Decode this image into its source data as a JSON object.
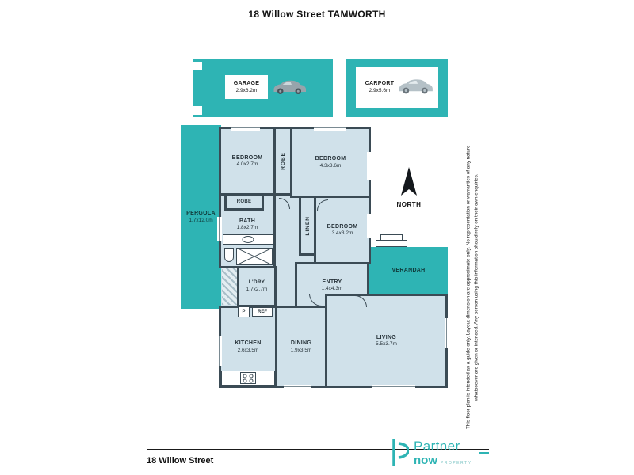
{
  "page": {
    "title": "18 Willow Street TAMWORTH",
    "footer_address": "18 Willow Street",
    "disclaimer": "This floor plan is intended as a guide only. Layout dimension are approximate only. No representation or warranties of any nature whatsoever are given or intended. Any person using this information should rely on their own enquiries.",
    "compass_label": "NORTH"
  },
  "logo": {
    "line1": "Partner",
    "line2": "now",
    "tagline": "PROPERTY"
  },
  "colors": {
    "teal": "#2eb4b4",
    "wall": "#3b4b55",
    "room_fill": "#d0e1ea"
  },
  "rooms": {
    "garage": {
      "name": "GARAGE",
      "dims": "2.9x6.2m"
    },
    "carport": {
      "name": "CARPORT",
      "dims": "2.9x5.6m"
    },
    "pergola": {
      "name": "PERGOLA",
      "dims": "1.7x12.0m"
    },
    "verandah": {
      "name": "VERANDAH"
    },
    "bedroom1": {
      "name": "BEDROOM",
      "dims": "4.0x2.7m"
    },
    "bedroom2": {
      "name": "BEDROOM",
      "dims": "4.3x3.6m"
    },
    "bedroom3": {
      "name": "BEDROOM",
      "dims": "3.4x3.2m"
    },
    "robe1": {
      "name": "ROBE"
    },
    "robe2": {
      "name": "ROBE"
    },
    "linen": {
      "name": "LINEN"
    },
    "bath": {
      "name": "BATH",
      "dims": "1.8x2.7m"
    },
    "laundry": {
      "name": "L'DRY",
      "dims": "1.7x2.7m"
    },
    "entry": {
      "name": "ENTRY",
      "dims": "1.4x4.3m"
    },
    "kitchen": {
      "name": "KITCHEN",
      "dims": "2.6x3.5m"
    },
    "dining": {
      "name": "DINING",
      "dims": "1.9x3.5m"
    },
    "living": {
      "name": "LIVING",
      "dims": "5.5x3.7m"
    },
    "pantry": {
      "name": "P"
    },
    "fridge": {
      "name": "REF"
    }
  }
}
